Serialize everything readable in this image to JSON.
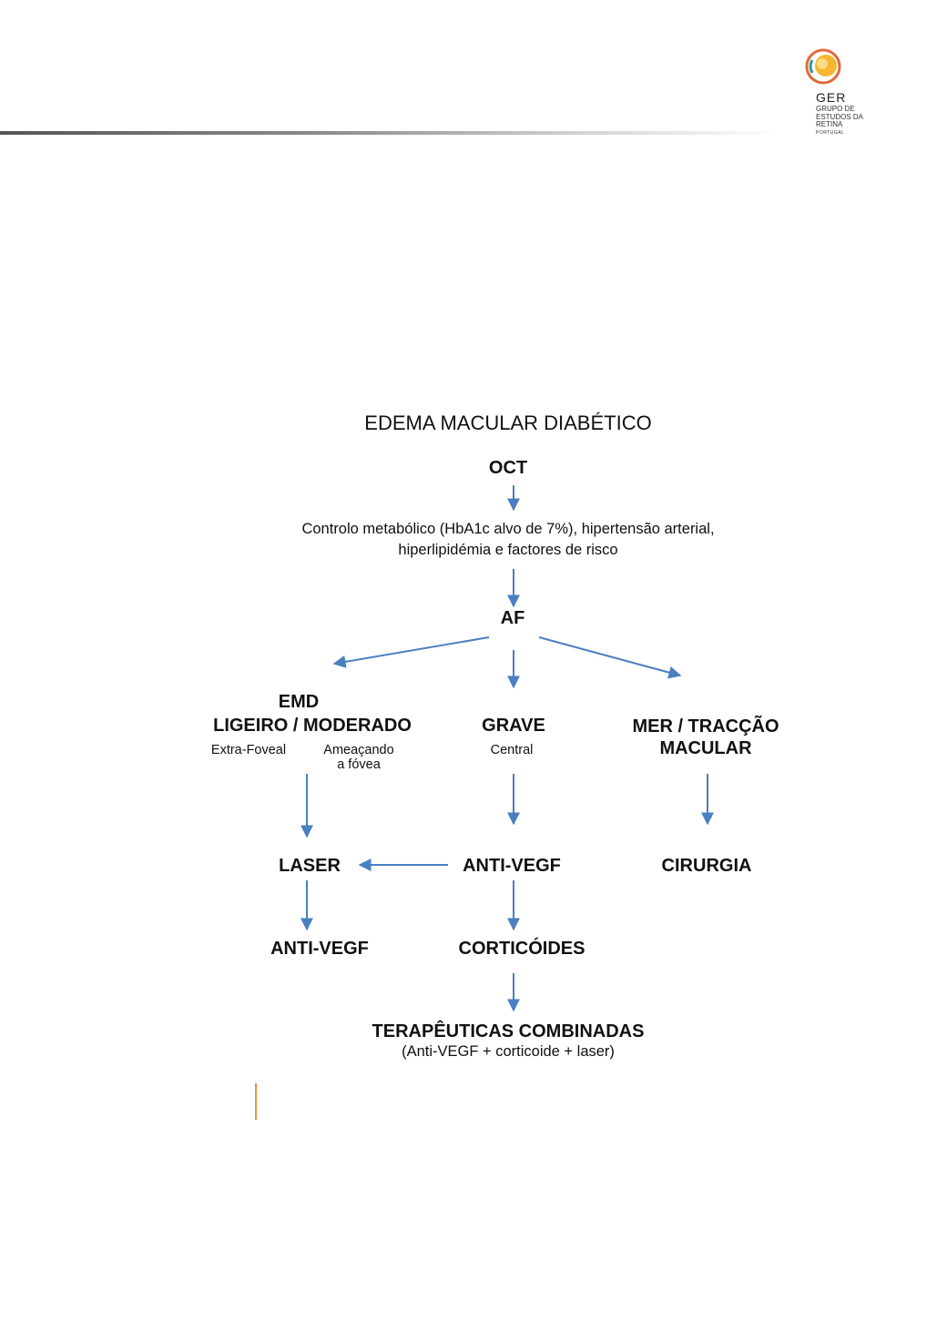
{
  "logo": {
    "abbr": "GER",
    "name": "GRUPO DE ESTUDOS DA RETINA",
    "country": "PORTUGAL",
    "colors": {
      "ring": "#e06a3b",
      "sun": "#f5b731",
      "accent": "#2d9a9a"
    }
  },
  "diagram": {
    "title": "EDEMA MACULAR DIABÉTICO",
    "oct": "OCT",
    "control_line1": "Controlo metabólico (HbA1c alvo de 7%), hipertensão arterial,",
    "control_line2": "hiperlipidémia e factores de risco",
    "af": "AF",
    "emd": "EMD",
    "ligeiro": "LIGEIRO / MODERADO",
    "extra_foveal": "Extra-Foveal",
    "ameacando_line1": "Ameaçando",
    "ameacando_line2": "a fóvea",
    "grave": "GRAVE",
    "central": "Central",
    "mer_line1": "MER / TRACÇÃO",
    "mer_line2": "MACULAR",
    "laser": "LASER",
    "anti_vegf_center": "ANTI-VEGF",
    "cirurgia": "CIRURGIA",
    "anti_vegf_left": "ANTI-VEGF",
    "corticoides": "CORTICÓIDES",
    "terapeuticas": "TERAPÊUTICAS COMBINADAS",
    "combo": "(Anti-VEGF + corticoide + laser)",
    "arrow_color": "#4a7fc1"
  }
}
